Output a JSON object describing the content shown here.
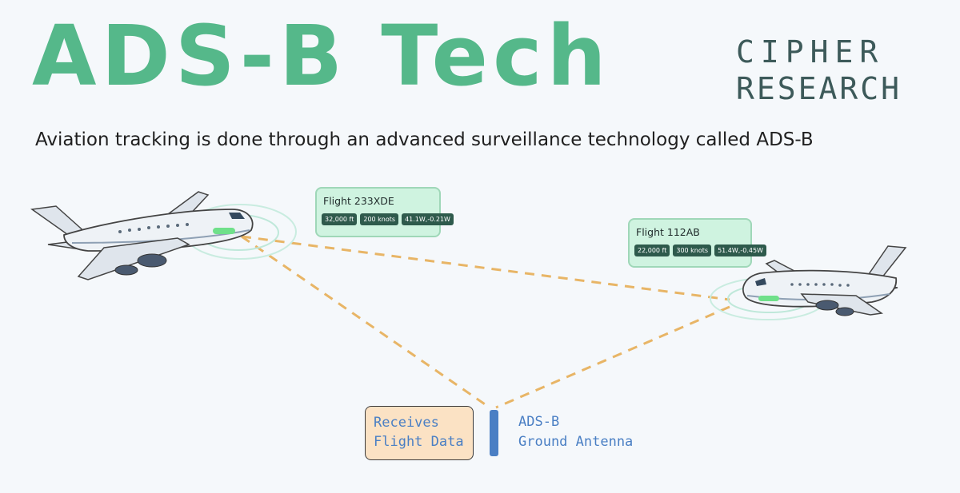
{
  "header": {
    "title": "ADS-B Tech",
    "brand_line1": "CIPHER",
    "brand_line2": "RESEARCH",
    "subtitle": "Aviation tracking is done through an advanced surveillance technology called ADS-B"
  },
  "flights": [
    {
      "name": "Flight 233XDE",
      "altitude": "32,000 ft",
      "speed": "200 knots",
      "position": "41.1W,-0.21W"
    },
    {
      "name": "Flight 112AB",
      "altitude": "22,000 ft",
      "speed": "300 knots",
      "position": "51.4W,-0.45W"
    }
  ],
  "ground": {
    "receiver_line1": "Receives",
    "receiver_line2": "Flight Data",
    "antenna_line1": "ADS-B",
    "antenna_line2": "Ground Antenna"
  },
  "colors": {
    "title": "#55b88a",
    "card_bg": "#cff3e0",
    "tag_bg": "#2e5a4c",
    "link_line": "#e8b566",
    "antenna": "#4a7fc4",
    "receiver_bg": "#fbe2c4"
  }
}
